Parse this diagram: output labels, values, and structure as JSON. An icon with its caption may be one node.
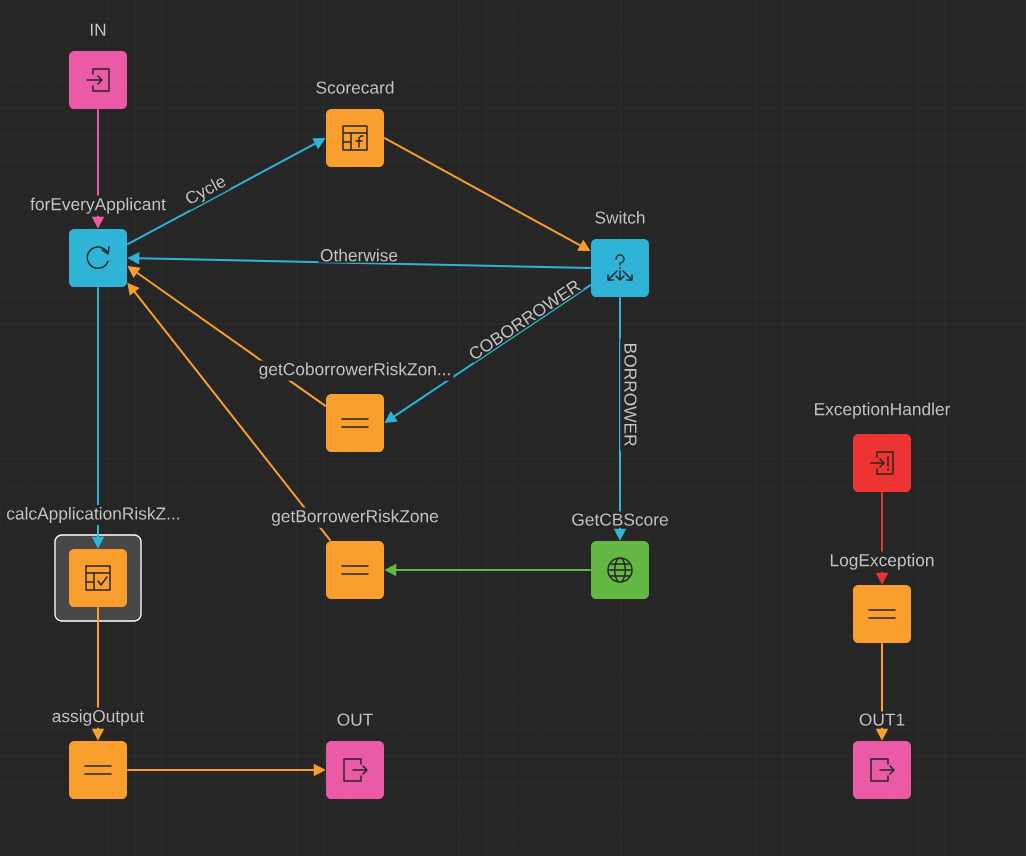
{
  "diagram": {
    "nodes": [
      {
        "text": [
          "IN"
        ]
      },
      {
        "text": [
          "Scorecard"
        ]
      },
      {
        "text": [
          "forEveryApplicant"
        ]
      },
      {
        "text": [
          "Switch"
        ]
      },
      {
        "text": [
          "getCoborrowerRiskZon..."
        ]
      },
      {
        "text": [
          "calcApplicationRiskZ..."
        ]
      },
      {
        "text": [
          "getBorrowerRiskZone"
        ]
      },
      {
        "text": [
          "GetCBScore"
        ]
      },
      {
        "text": [
          "ExceptionHandler"
        ]
      },
      {
        "text": [
          "LogException"
        ]
      },
      {
        "text": [
          "assigOutput"
        ]
      },
      {
        "text": [
          "OUT"
        ]
      },
      {
        "text": [
          "OUT1"
        ]
      }
    ],
    "edges": [
      {
        "from": 0,
        "to": 2,
        "arrow": "to",
        "color": "#ea5aa6"
      },
      {
        "from": 2,
        "to": 1,
        "arrow": "to",
        "label": "Cycle",
        "color": "#2fb4d8"
      },
      {
        "from": 1,
        "to": 3,
        "arrow": "to"
      },
      {
        "from": 3,
        "to": 2,
        "arrow": "to",
        "label": "Otherwise",
        "color": "#2fb4d8"
      },
      {
        "from": 3,
        "to": 4,
        "arrow": "to",
        "label": "COBORROWER",
        "color": "#2fb4d8"
      },
      {
        "from": 4,
        "to": 2,
        "arrow": "to"
      },
      {
        "from": 6,
        "to": 2,
        "arrow": "to"
      },
      {
        "from": 3,
        "to": 7,
        "arrow": "to",
        "label": "BORROWER",
        "color": "#2fb4d8"
      },
      {
        "from": 7,
        "to": 6,
        "arrow": "to",
        "color": "#63b743"
      },
      {
        "from": 2,
        "to": 5,
        "arrow": "to",
        "color": "#2fb4d8"
      },
      {
        "from": 5,
        "to": 10,
        "arrow": "to"
      },
      {
        "from": 10,
        "to": 11,
        "arrow": "to"
      },
      {
        "from": 8,
        "to": 9,
        "arrow": "to",
        "color": "#ee3333"
      },
      {
        "from": 9,
        "to": 12,
        "arrow": "to"
      }
    ]
  }
}
